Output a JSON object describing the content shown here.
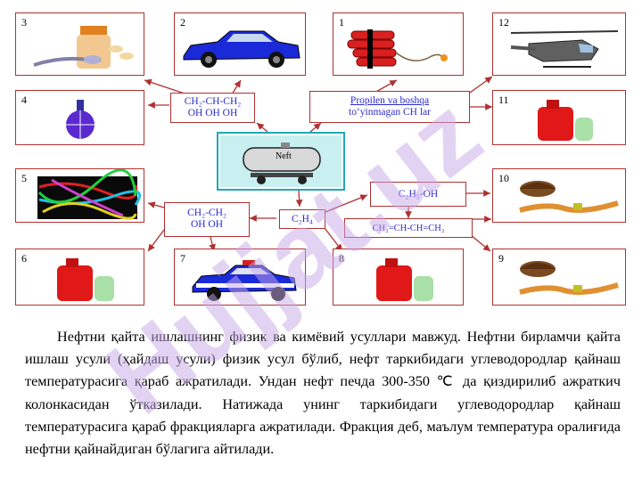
{
  "panels": [
    {
      "number": "3",
      "picture": "medicine-jar-spoon"
    },
    {
      "number": "2",
      "picture": "blue-car"
    },
    {
      "number": "1",
      "picture": "dynamite"
    },
    {
      "number": "12",
      "picture": "helicopter"
    },
    {
      "number": "4",
      "picture": "flask"
    },
    {
      "number": "11",
      "picture": "canister"
    },
    {
      "number": "5",
      "picture": "fibers"
    },
    {
      "number": "10",
      "picture": "pipe"
    },
    {
      "number": "6",
      "picture": "canister"
    },
    {
      "number": "7",
      "picture": "police-car"
    },
    {
      "number": "8",
      "picture": "canister"
    },
    {
      "number": "9",
      "picture": "pipe"
    }
  ],
  "chem": {
    "glycerol_line1": "CH₂-CH-CH₂",
    "glycerol_line2": "OH    OH   OH",
    "propylene_line1": "Propilen va boshqa",
    "propylene_line2": "to‘yinmagan CH lar",
    "glycol_line1": "CH₂-CH₂",
    "glycol_line2": "OH    OH",
    "ethylene": "C₂H₄",
    "ethanol": "C₂H₅-OH",
    "butadiene": "CH₂=CH-CH=CH₂"
  },
  "center": {
    "tank_label": "Neft"
  },
  "paragraph": {
    "text": "Нефтни қайта ишлашнинг физик ва кимёвий усуллари мавжуд. Нефтни бирламчи қайта ишлаш усули (ҳайдаш усули) физик усул бўлиб, нефт таркибидаги углеводородлар қайнаш температурасига қараб ажратилади. Ундан нефт печда 300-350 ℃ да қиздирилиб ажраткич колонкасидан ўтказилади. Натижада унинг таркибидаги углеводородлар қайнаш температурасига қараб фракцияларга ажратилади. Фракция деб, маълум температура оралиғида нефтни қайнайдиган бўлагига айтилади."
  },
  "watermark": {
    "text": "Hujjat.uz",
    "color": "#c8a8e8"
  },
  "colors": {
    "border": "#b03030",
    "chem_text": "#2a2ad0",
    "tank_frame": "#1fa8b8",
    "arrow": "#b03030"
  }
}
